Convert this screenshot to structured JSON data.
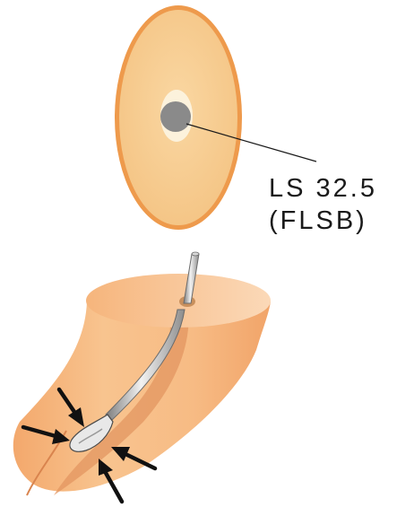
{
  "callout": {
    "line1": "LS 32.5",
    "line2": "(FLSB)"
  },
  "colors": {
    "disc_fill": "#f7cd91",
    "disc_rim": "#ee9a4c",
    "core_halo": "#fcf2dc",
    "core": "#8a8a8a",
    "cylinder_base": "#f6b47c",
    "cylinder_top": "#f5b77f",
    "probe": "#c9c9c9",
    "arrows": "#111111"
  },
  "icons": [
    "stalk-cross-section",
    "insertion-arrow",
    "probe-needle"
  ]
}
